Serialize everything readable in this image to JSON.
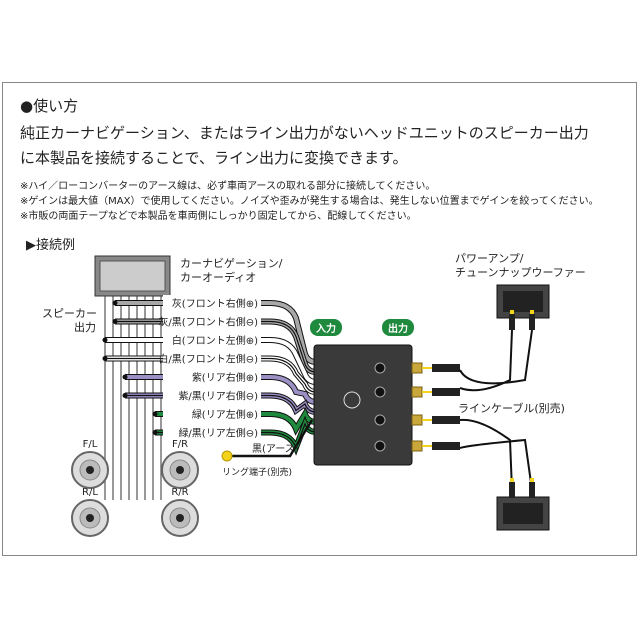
{
  "title": "●使い方",
  "body": [
    "純正カーナビゲーション、またはライン出力がないヘッドユニットのスピーカー出力",
    "に本製品を接続することで、ライン出力に変換できます。"
  ],
  "notes": [
    "※ハイ／ローコンバーターのアース線は、必ず車両アースの取れる部分に接続してください。",
    "※ゲインは最大値（MAX）で使用してください。ノイズや歪みが発生する場合は、発生しない位置までゲインを絞ってください。",
    "※市販の両面テープなどで本製品を車両側にしっかり固定してから、配線してください。"
  ],
  "example_heading": "▶接続例",
  "diagram": {
    "head_unit": [
      "カーナビゲーション/",
      "カーオーディオ"
    ],
    "speaker_out": [
      "スピーカー",
      "出力"
    ],
    "speakers": [
      "F/L",
      "F/R",
      "R/L",
      "R/R"
    ],
    "wires": [
      {
        "label": "灰(フロント右側⊕)",
        "color": "#a8a8a8",
        "stripe": false
      },
      {
        "label": "灰/黒(フロント右側⊖)",
        "color": "#a8a8a8",
        "stripe": true
      },
      {
        "label": "白(フロント左側⊕)",
        "color": "#ffffff",
        "stripe": false
      },
      {
        "label": "白/黒(フロント左側⊖)",
        "color": "#ffffff",
        "stripe": true
      },
      {
        "label": "紫(リア右側⊕)",
        "color": "#9c8fc4",
        "stripe": false
      },
      {
        "label": "紫/黒(リア右側⊖)",
        "color": "#9c8fc4",
        "stripe": true
      },
      {
        "label": "緑(リア左側⊕)",
        "color": "#1f8a3e",
        "stripe": false
      },
      {
        "label": "緑/黒(リア左側⊖)",
        "color": "#1f8a3e",
        "stripe": true
      }
    ],
    "ground": "黒(アース)",
    "ring": "リング端子(別売)",
    "input_badge": "入力",
    "output_badge": "出力",
    "amp": [
      "パワーアンプ/",
      "チューンナップウーファー"
    ],
    "line_cable": "ラインケーブル(別売)",
    "badge_color": "#1f8a3e"
  }
}
